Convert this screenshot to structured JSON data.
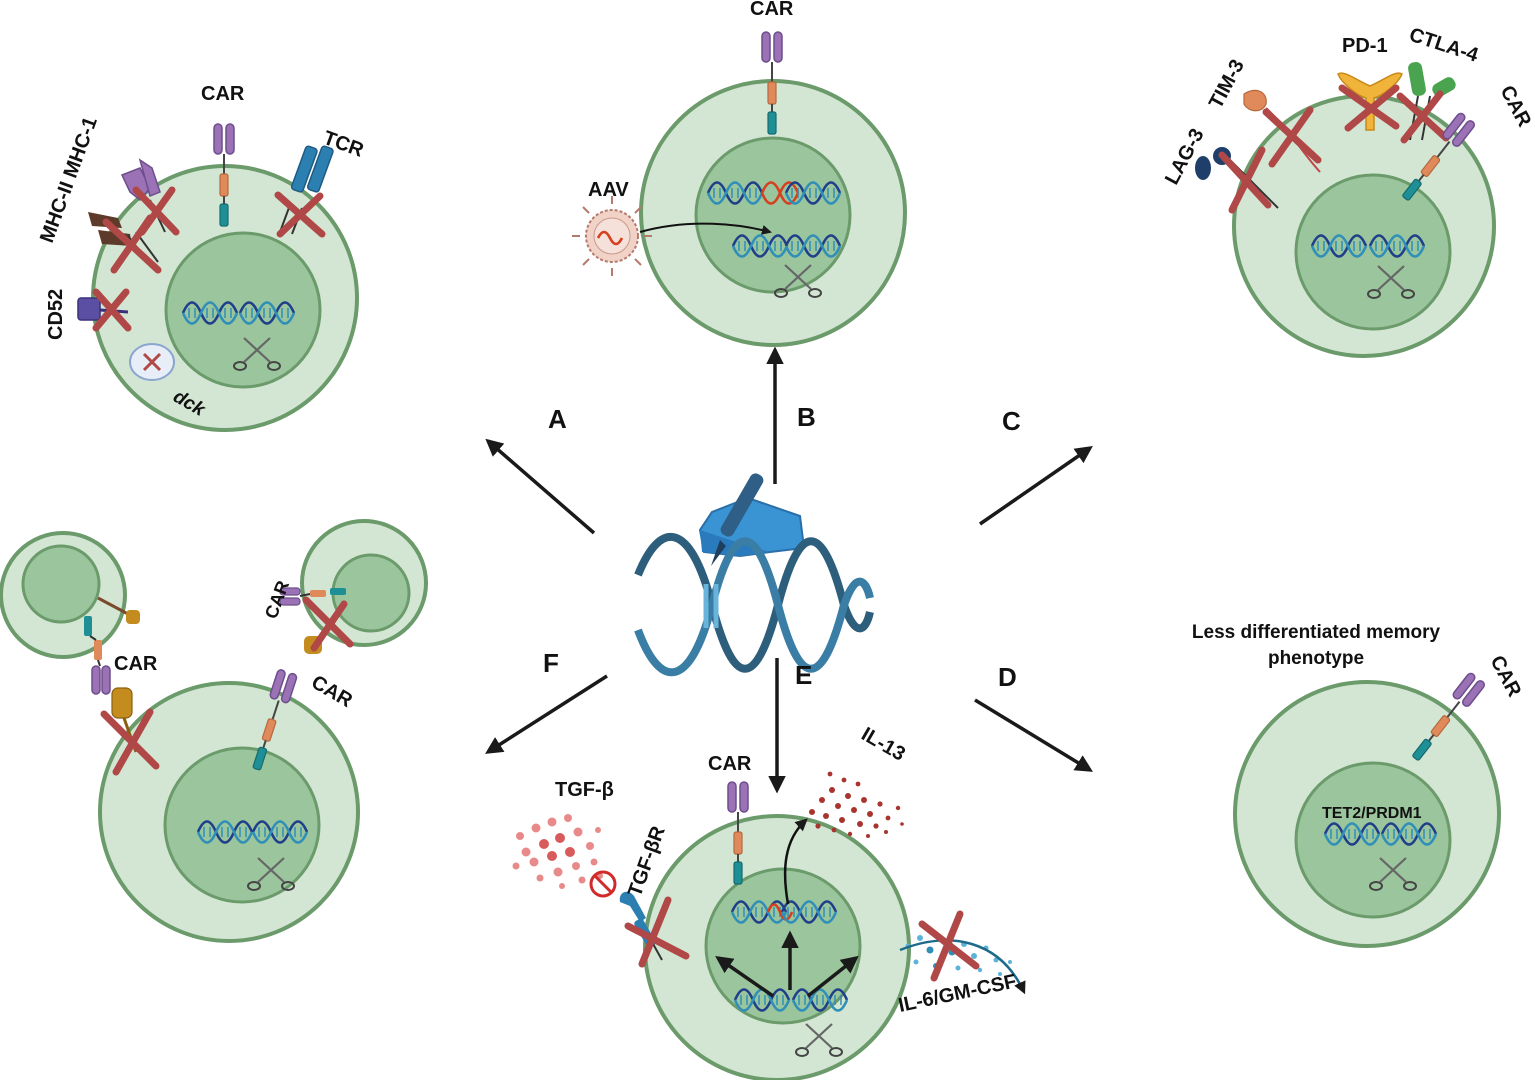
{
  "panels": {
    "A": "A",
    "B": "B",
    "C": "C",
    "D": "D",
    "E": "E",
    "F": "F"
  },
  "panel_a": {
    "car": "CAR",
    "tcr": "TCR",
    "mhc": "MHC-II MHC-1",
    "cd52": "CD52",
    "dck": "dck"
  },
  "panel_b": {
    "car": "CAR",
    "aav": "AAV"
  },
  "panel_c": {
    "lag3": "LAG-3",
    "tim3": "TIM-3",
    "pd1": "PD-1",
    "ctla4": "CTLA-4",
    "car": "CAR"
  },
  "panel_d": {
    "title_line1": "Less differentiated memory",
    "title_line2": "phenotype",
    "car": "CAR",
    "tet2": "TET2/PRDM1"
  },
  "panel_e": {
    "car": "CAR",
    "il13": "IL-13",
    "tgfb": "TGF-β",
    "tgfbr": "TGF-βR",
    "il6": "IL-6/GM-CSF"
  },
  "panel_f": {
    "car_left": "CAR",
    "car_top": "CAR",
    "car_main": "CAR"
  },
  "colors": {
    "cell_outer": "#d3e6d3",
    "cell_inner": "#9bc59d",
    "cell_stroke": "#6b9a6b",
    "knockout_x": "#b04848",
    "car_purple": "#9a72b5",
    "car_orange": "#e0895a",
    "car_teal": "#1e8f95",
    "hand_blue": "#3a93d3"
  },
  "icons": [
    "dna-icon",
    "scissors-icon",
    "hand-pen-icon",
    "virus-icon",
    "inhibit-icon"
  ]
}
